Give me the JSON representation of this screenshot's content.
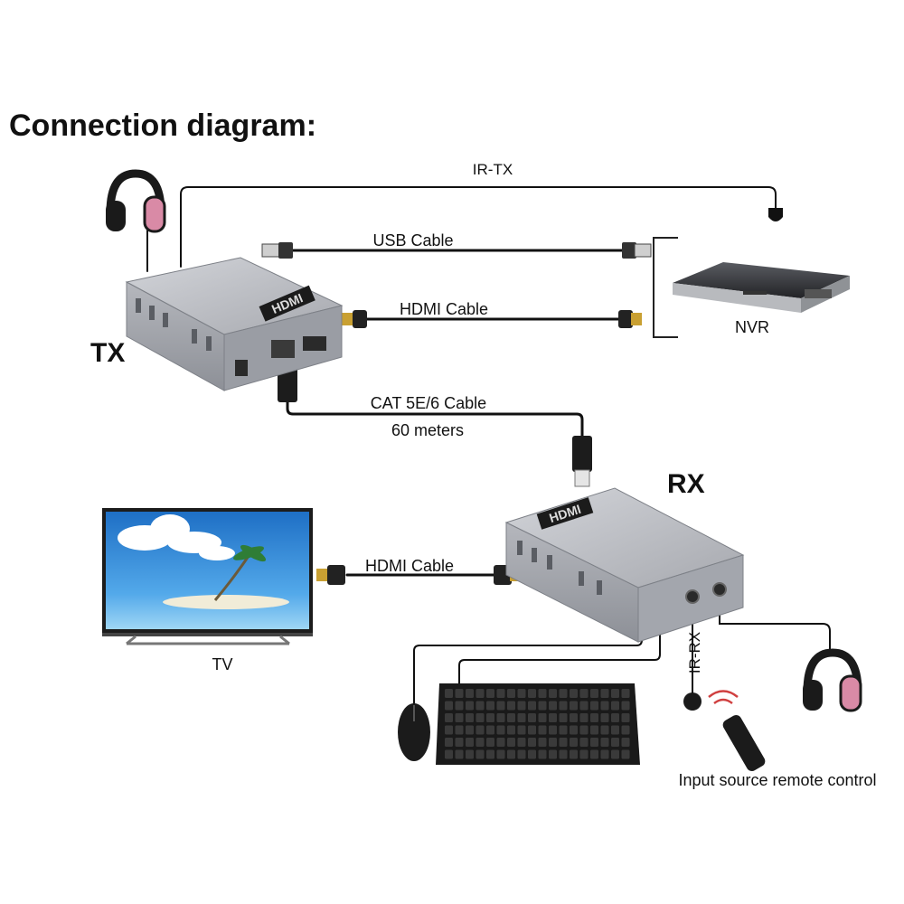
{
  "title": "Connection diagram:",
  "labels": {
    "ir_tx": "IR-TX",
    "usb_cable": "USB Cable",
    "hdmi_cable_top": "HDMI Cable",
    "nvr": "NVR",
    "tx": "TX",
    "cat_cable": "CAT 5E/6 Cable",
    "distance": "60 meters",
    "rx": "RX",
    "hdmi_cable_bottom": "HDMI Cable",
    "tv": "TV",
    "ir_rx": "IR-RX",
    "remote_caption": "Input source remote control"
  },
  "device_marks": {
    "hdmi_logo": "HDMI"
  },
  "colors": {
    "device_body": "#a9abb2",
    "device_top": "#c4c6cc",
    "headphone_pink": "#d98aa6",
    "tv_sky": "#2f86d6",
    "cable": "#111111"
  }
}
